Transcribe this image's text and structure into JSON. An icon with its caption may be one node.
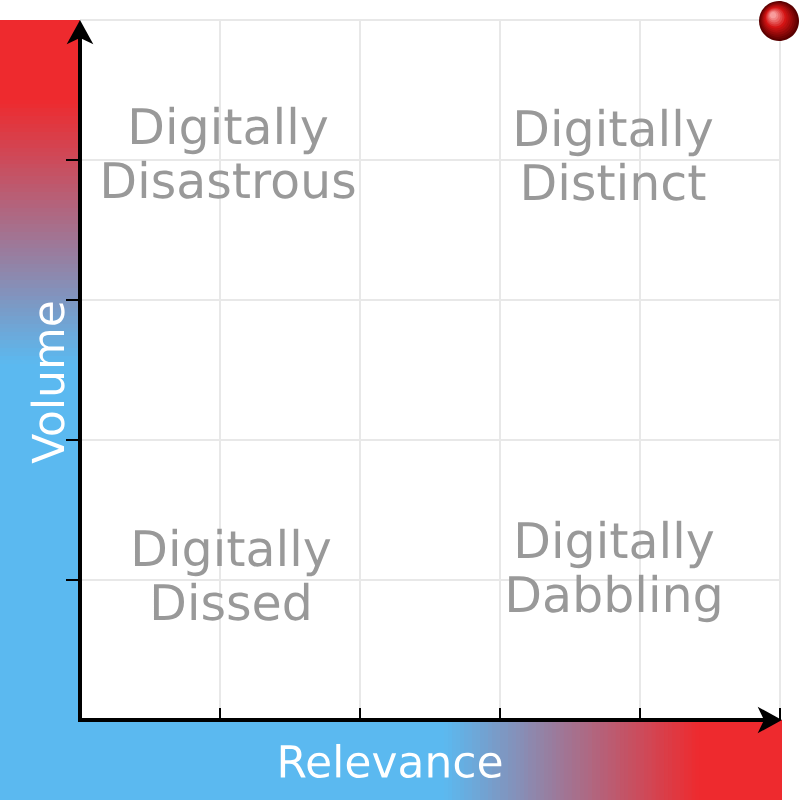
{
  "diagram": {
    "labels": [
      "Digitally Disastrous",
      "Digitally Distinct",
      "Volume",
      "Digitally Dissed",
      "Digitally Dabbling",
      "Relevance"
    ]
  }
}
